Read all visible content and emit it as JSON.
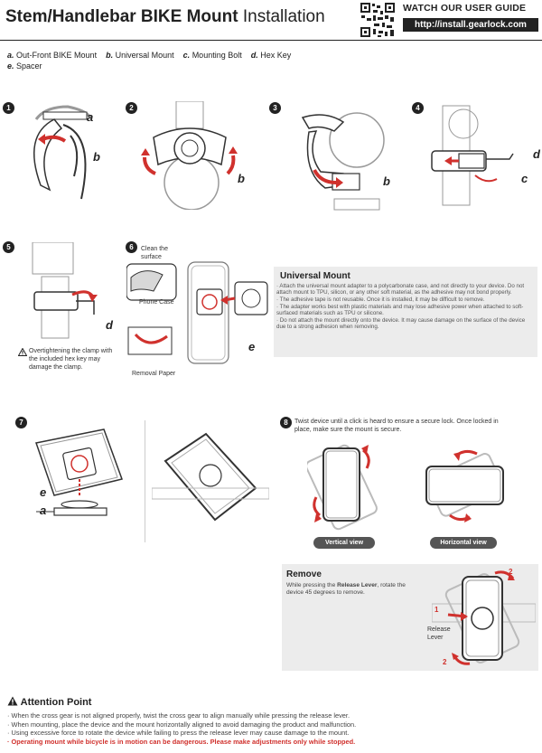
{
  "header": {
    "title_bold": "Stem/Handlebar BIKE Mount",
    "title_light": "Installation",
    "watch_label": "WATCH OUR USER GUIDE",
    "url": "http://install.gearlock.com",
    "qr_icon": "qr-code-icon"
  },
  "legend": {
    "a_key": "a.",
    "a_text": "Out-Front BIKE Mount",
    "b_key": "b.",
    "b_text": "Universal Mount",
    "c_key": "c.",
    "c_text": "Mounting Bolt",
    "d_key": "d.",
    "d_text": "Hex Key",
    "e_key": "e.",
    "e_text": "Spacer"
  },
  "steps": {
    "s1": "1",
    "s2": "2",
    "s3": "3",
    "s4": "4",
    "s5": "5",
    "s6": "6",
    "s7": "7",
    "s8": "8"
  },
  "labels": {
    "a": "a",
    "b": "b",
    "c": "c",
    "d": "d",
    "e": "e"
  },
  "step5": {
    "warning": "Overtightening the clamp with the included hex key may damage the clamp."
  },
  "step6": {
    "clean": "Clean the surface",
    "phone_case": "Phone Case",
    "removal_paper": "Removal Paper"
  },
  "universal_mount": {
    "title": "Universal Mount",
    "items": [
      "· Attach the universal mount adapter to a polycarbonate case, and not directly to your device. Do not attach mount to TPU, silicon, or any other soft material, as the adhesive may not bond properly.",
      "· The adhesive tape is not reusable. Once it is installed, it may be difficult to remove.",
      "· The adapter works best with plastic materials and may lose adhesive power when attached to soft-surfaced materials such as TPU or silicone.",
      "· Do not attach the mount directly onto the device. It may cause damage on the surface of the device due to a strong adhesion when removing."
    ]
  },
  "step8": {
    "text": "Twist device until a click is heard to ensure a secure lock. Once locked in place, make sure the mount is secure.",
    "vertical_view": "Vertical view",
    "horizontal_view": "Horizontal view"
  },
  "remove": {
    "title": "Remove",
    "text_1": "While pressing the ",
    "lever": "Release Lever",
    "text_2": ", rotate the device 45 degrees to remove.",
    "release_lever_label": "Release Lever",
    "arrow_1": "1",
    "arrow_2": "2",
    "arrow_2b": "2"
  },
  "attention": {
    "title": "Attention Point",
    "items": [
      "· When the cross gear is not aligned properly, twist the cross gear to align manually while pressing the release lever.",
      "· When mounting, place the device and the mount horizontally aligned to avoid damaging the product and malfunction.",
      "· Using excessive force to rotate the device while failing to press the release lever may cause damage to the mount."
    ],
    "warning": "· Operating mount while bicycle is in motion can be dangerous. Please make adjustments only while stopped."
  },
  "colors": {
    "accent_red": "#d0312d",
    "dark": "#222222",
    "panel_grey": "#ececec"
  }
}
